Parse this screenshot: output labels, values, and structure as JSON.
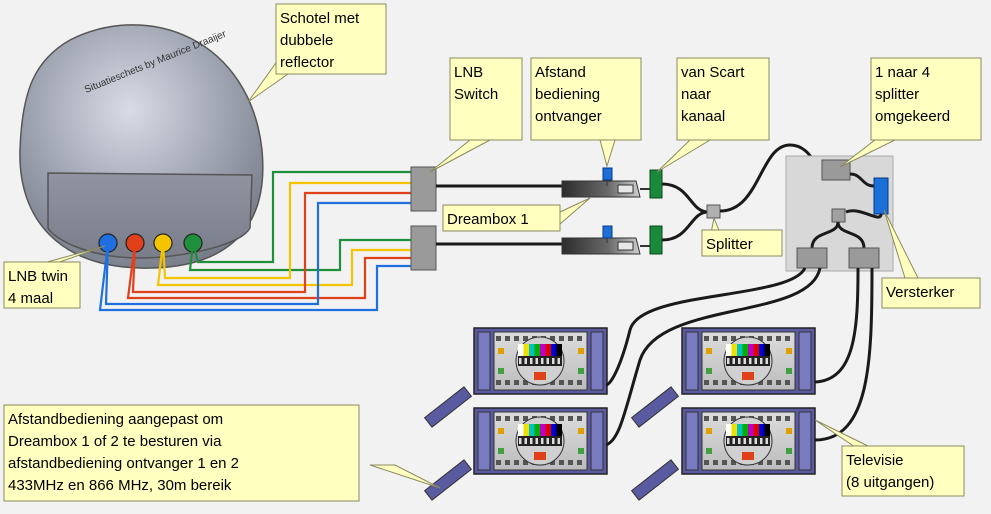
{
  "dish": {
    "watermark": "Situatieschets by Maurice Draaijer",
    "lnb_colors": [
      "#1f6fe0",
      "#e0401a",
      "#f5c400",
      "#1e8f3a"
    ]
  },
  "callouts": {
    "schotel": [
      "Schotel met",
      "dubbele",
      "reflector"
    ],
    "lnb_switch": [
      "LNB",
      "Switch"
    ],
    "afstand_ontvanger": [
      "Afstand",
      "bediening",
      "ontvanger"
    ],
    "scart": [
      "van Scart",
      "naar",
      "kanaal"
    ],
    "splitter_4": [
      "1 naar 4",
      "splitter",
      "omgekeerd"
    ],
    "dreambox": [
      "Dreambox 1"
    ],
    "splitter": [
      "Splitter"
    ],
    "lnb_twin": [
      "LNB twin",
      "4 maal"
    ],
    "versterker": [
      "Versterker"
    ],
    "afstandbediening": [
      "Afstandbediening aangepast om",
      "Dreambox 1 of 2 te besturen via",
      "afstandbediening ontvanger 1 en 2",
      "433MHz en 866 MHz, 30m bereik"
    ],
    "televisie": [
      "Televisie",
      "(8 uitgangen)"
    ]
  },
  "colors": {
    "callout_fill": "#ffffc0",
    "background": "#f2f2f2",
    "switch_gray": "#9a9a9a",
    "amplifier_blue": "#1a6fd8",
    "scart_green": "#1a8a3a",
    "tv_frame": "#5a5aa0"
  }
}
